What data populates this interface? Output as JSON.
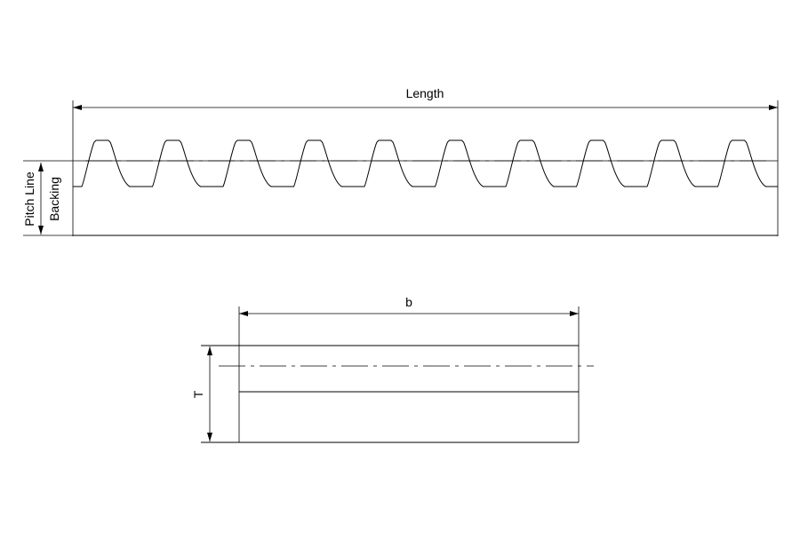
{
  "rack_view": {
    "length_label": "Length",
    "pitch_line_label": "Pitch Line",
    "backing_label": "Backing",
    "tooth_count": 10
  },
  "section_view": {
    "width_label": "b",
    "thickness_label": "T"
  },
  "colors": {
    "line": "#000000",
    "background": "#ffffff"
  }
}
